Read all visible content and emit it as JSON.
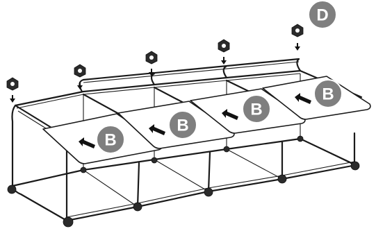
{
  "callouts": {
    "part_d": "D",
    "shelf_1": "B",
    "shelf_2": "B",
    "shelf_3": "B",
    "shelf_4": "B"
  },
  "colors": {
    "callout_fill": "#7f7f7f",
    "line": "#1a1a1a"
  },
  "icons": [
    "connector-icon",
    "down-arrow-icon",
    "push-arrow-icon"
  ]
}
